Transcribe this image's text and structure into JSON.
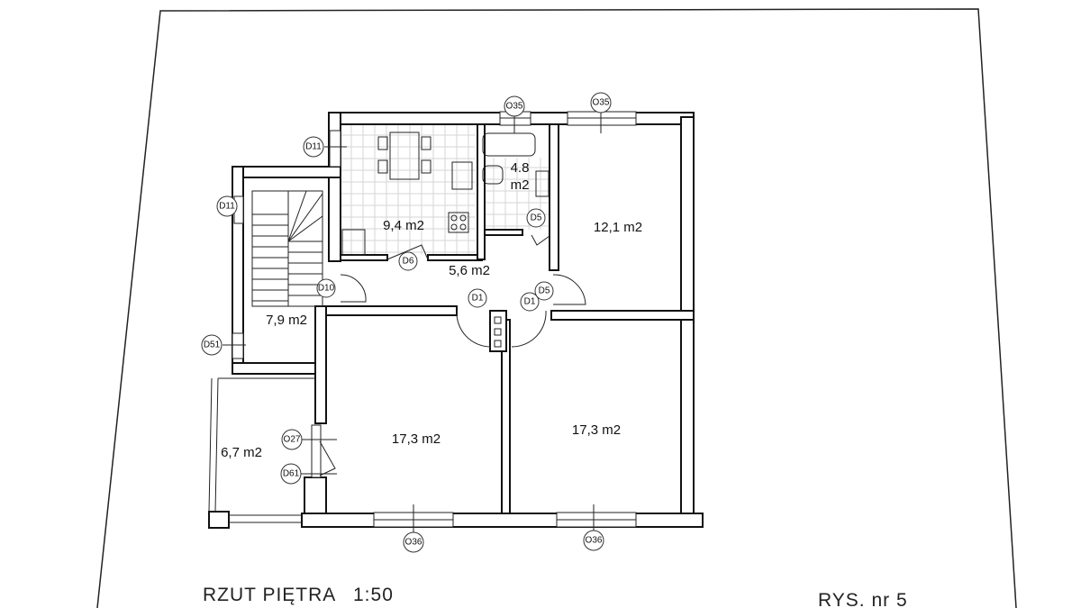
{
  "drawing": {
    "rooms": {
      "kitchen": "9,4 m2",
      "bathroom_value": "4.8",
      "bathroom_unit": "m2",
      "bedroom_small": "12,1 m2",
      "hall": "5,6 m2",
      "staircase": "7,9 m2",
      "room_left": "17,3 m2",
      "room_right": "17,3 m2",
      "balcony": "6,7 m2"
    },
    "tags": [
      "D11",
      "D11",
      "O35",
      "O35",
      "D5",
      "D6",
      "D10",
      "D1",
      "D1",
      "D5",
      "D51",
      "O27",
      "D61",
      "O36",
      "O36"
    ],
    "caption": {
      "title": "RZUT PIĘTRA",
      "scale": "1:50",
      "sheet": "RYS. nr 5"
    }
  }
}
